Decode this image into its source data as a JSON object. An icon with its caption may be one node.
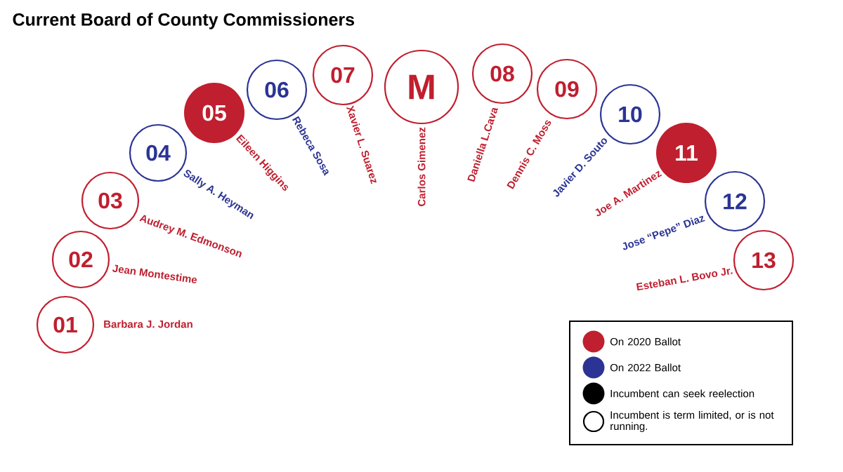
{
  "diagram": {
    "title": "Current Board of County Commissioners",
    "nodes": [
      {
        "text": [
          "01"
        ],
        "beside": [
          "Barbara J. Jordan"
        ]
      },
      {
        "text": [
          "02"
        ],
        "beside": [
          "Jean Montestime"
        ]
      },
      {
        "text": [
          "03"
        ],
        "beside": [
          "Audrey M. Edmonson"
        ]
      },
      {
        "text": [
          "04"
        ],
        "beside": [
          "Sally A. Heyman"
        ]
      },
      {
        "text": [
          "05"
        ],
        "beside": [
          "Eileen Higgins"
        ]
      },
      {
        "text": [
          "06"
        ],
        "beside": [
          "Rebeca Sosa"
        ]
      },
      {
        "text": [
          "07"
        ],
        "beside": [
          "Xavier L. Suarez"
        ]
      },
      {
        "text": [
          "M"
        ],
        "beside": [
          "Carlos Gimenez"
        ]
      },
      {
        "text": [
          "08"
        ],
        "beside": [
          "Daniella L.Cava"
        ]
      },
      {
        "text": [
          "09"
        ],
        "beside": [
          "Dennis C. Moss"
        ]
      },
      {
        "text": [
          "10"
        ],
        "beside": [
          "Javier D. Souto"
        ]
      },
      {
        "text": [
          "11"
        ],
        "beside": [
          "Joe A. Martinez"
        ]
      },
      {
        "text": [
          "12"
        ],
        "beside": [
          "Jose “Pepe” Diaz"
        ]
      },
      {
        "text": [
          "13"
        ],
        "beside": [
          "Esteban L. Bovo Jr."
        ]
      }
    ],
    "legend": [
      {
        "text": "On 2020 Ballot",
        "color": "#c01f2f"
      },
      {
        "text": "On 2022 Ballot",
        "color": "#2b3494"
      },
      {
        "text": "Incumbent can seek reelection",
        "color": "#000000"
      },
      {
        "text": "Incumbent is term limited, or is not running."
      }
    ]
  }
}
